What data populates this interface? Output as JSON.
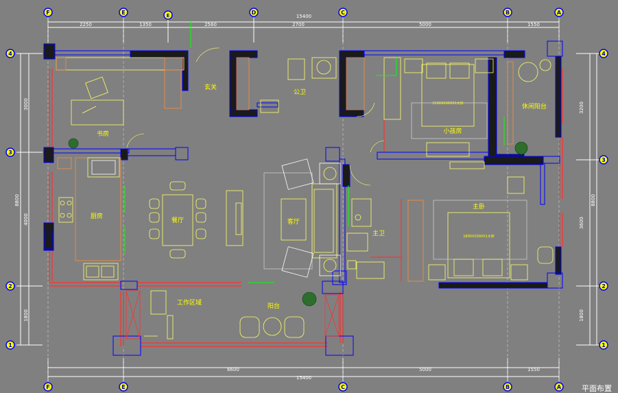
{
  "colors": {
    "background": "#808080",
    "wall_fill": "#1a1a1a",
    "wall_outline": "#0000ff",
    "dimension": "#ffffff",
    "text": "#ffff00",
    "furniture": "#ffff66",
    "cabinet": "#ff8c3a",
    "window": "#ff3030",
    "green": "#00ff00",
    "marker": "#ffff00"
  },
  "grid": {
    "top_letters": [
      "F",
      "E",
      "E",
      "D",
      "C",
      "B",
      "A"
    ],
    "bottom_letters": [
      "F",
      "E",
      "C",
      "B",
      "A"
    ],
    "left_numbers": [
      "4",
      "3",
      "2",
      "1"
    ],
    "right_numbers": [
      "4",
      "3",
      "2",
      "1"
    ]
  },
  "dims": {
    "top_row1": [
      "2250",
      "1350",
      "2560",
      "2700",
      "5000",
      "1550"
    ],
    "top_total": "15400",
    "bottom_row": [
      "6600",
      "5000",
      "1550"
    ],
    "bottom_total": "15400",
    "left_outer": [
      "3000",
      "4000",
      "1800"
    ],
    "left_total": "8800",
    "right_outer": [
      "3200",
      "3600",
      "1800"
    ],
    "right_total": "8800"
  },
  "rooms": {
    "study": "书房",
    "entrance": "玄关",
    "public_bath": "公卫",
    "kids_room": "小孩房",
    "leisure_balcony": "休闲阳台",
    "kitchen": "厨房",
    "dining": "餐厅",
    "living": "客厅",
    "master_bath": "主卫",
    "master_bedroom": "主卧",
    "work_area": "工作区域",
    "balcony": "阳台"
  },
  "beds": {
    "kids": "1500X2000X1大床",
    "master": "1800X2000X1大床"
  },
  "drawing_title": "平面布置"
}
